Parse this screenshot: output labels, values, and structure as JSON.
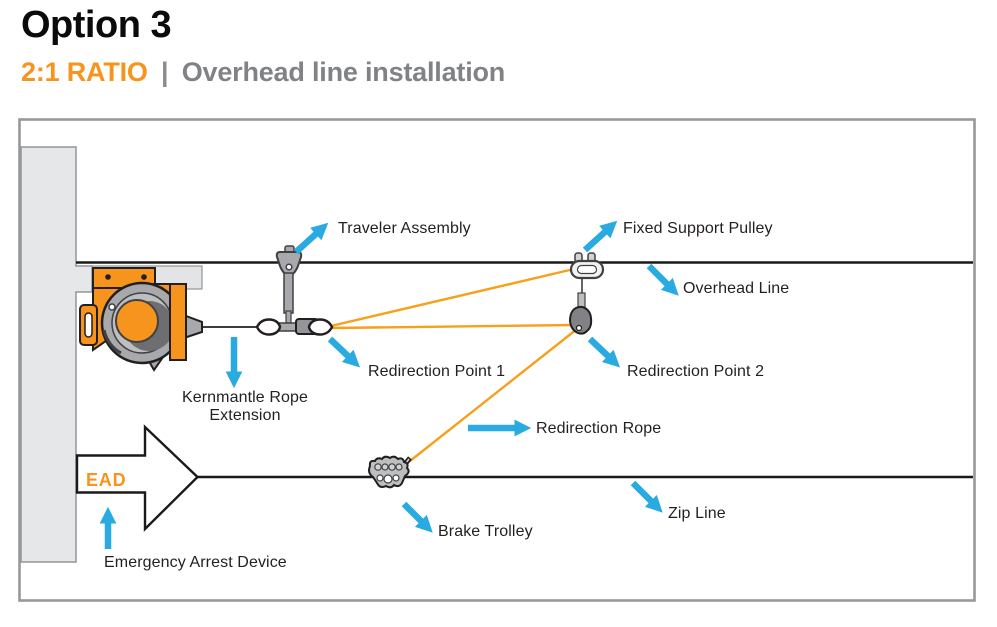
{
  "header": {
    "title": "Option 3",
    "ratio": "2:1 RATIO",
    "separator": "|",
    "subtitle": "Overhead line installation"
  },
  "diagram": {
    "labels": {
      "traveler_assembly": "Traveler Assembly",
      "fixed_support_pulley": "Fixed Support Pulley",
      "overhead_line": "Overhead Line",
      "redirection_point_1": "Redirection Point 1",
      "redirection_point_2": "Redirection Point 2",
      "kernmantle_line1": "Kernmantle Rope",
      "kernmantle_line2": "Extension",
      "redirection_rope": "Redirection Rope",
      "zip_line": "Zip Line",
      "brake_trolley": "Brake Trolley",
      "ead_abbr": "EAD",
      "emergency_arrest_device": "Emergency Arrest Device"
    },
    "colors": {
      "accent_orange": "#F7941D",
      "rope_orange": "#F7A01B",
      "arrow_blue": "#29ABE2",
      "label_text": "#231F20",
      "subtitle_gray": "#808285",
      "frame_gray": "#96989A",
      "wall_fill": "#E6E7E8"
    }
  }
}
